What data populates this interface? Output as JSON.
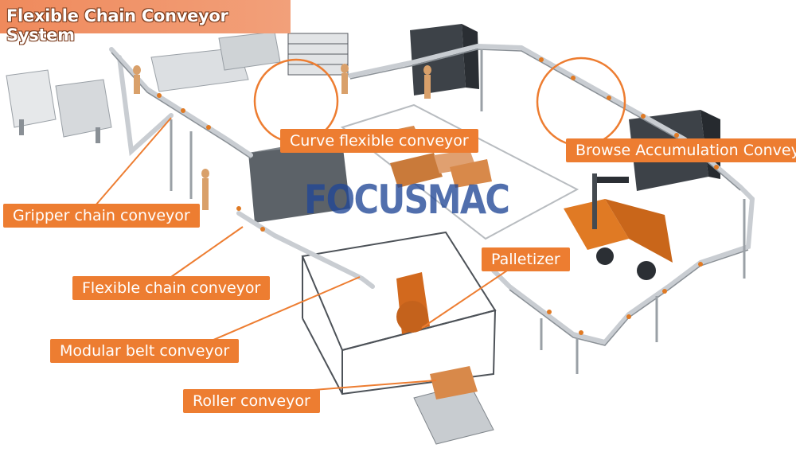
{
  "title": "Flexible Chain Conveyor System",
  "watermark": "FOCUSMAC",
  "labels": {
    "curve_flexible": "Curve flexible conveyor",
    "browse_accumulation": "Browse Accumulation Conveyor",
    "gripper_chain": "Gripper chain conveyor",
    "flexible_chain": "Flexible chain conveyor",
    "palletizer": "Palletizer",
    "modular_belt": "Modular belt conveyor",
    "roller": "Roller conveyor"
  },
  "colors": {
    "accent": "#ed7d31",
    "conveyor": "#c9cdd2",
    "machine_dark": "#3d4248",
    "box": "#d8894a",
    "forklift": "#e07a24",
    "watermark": "#2046a0"
  }
}
